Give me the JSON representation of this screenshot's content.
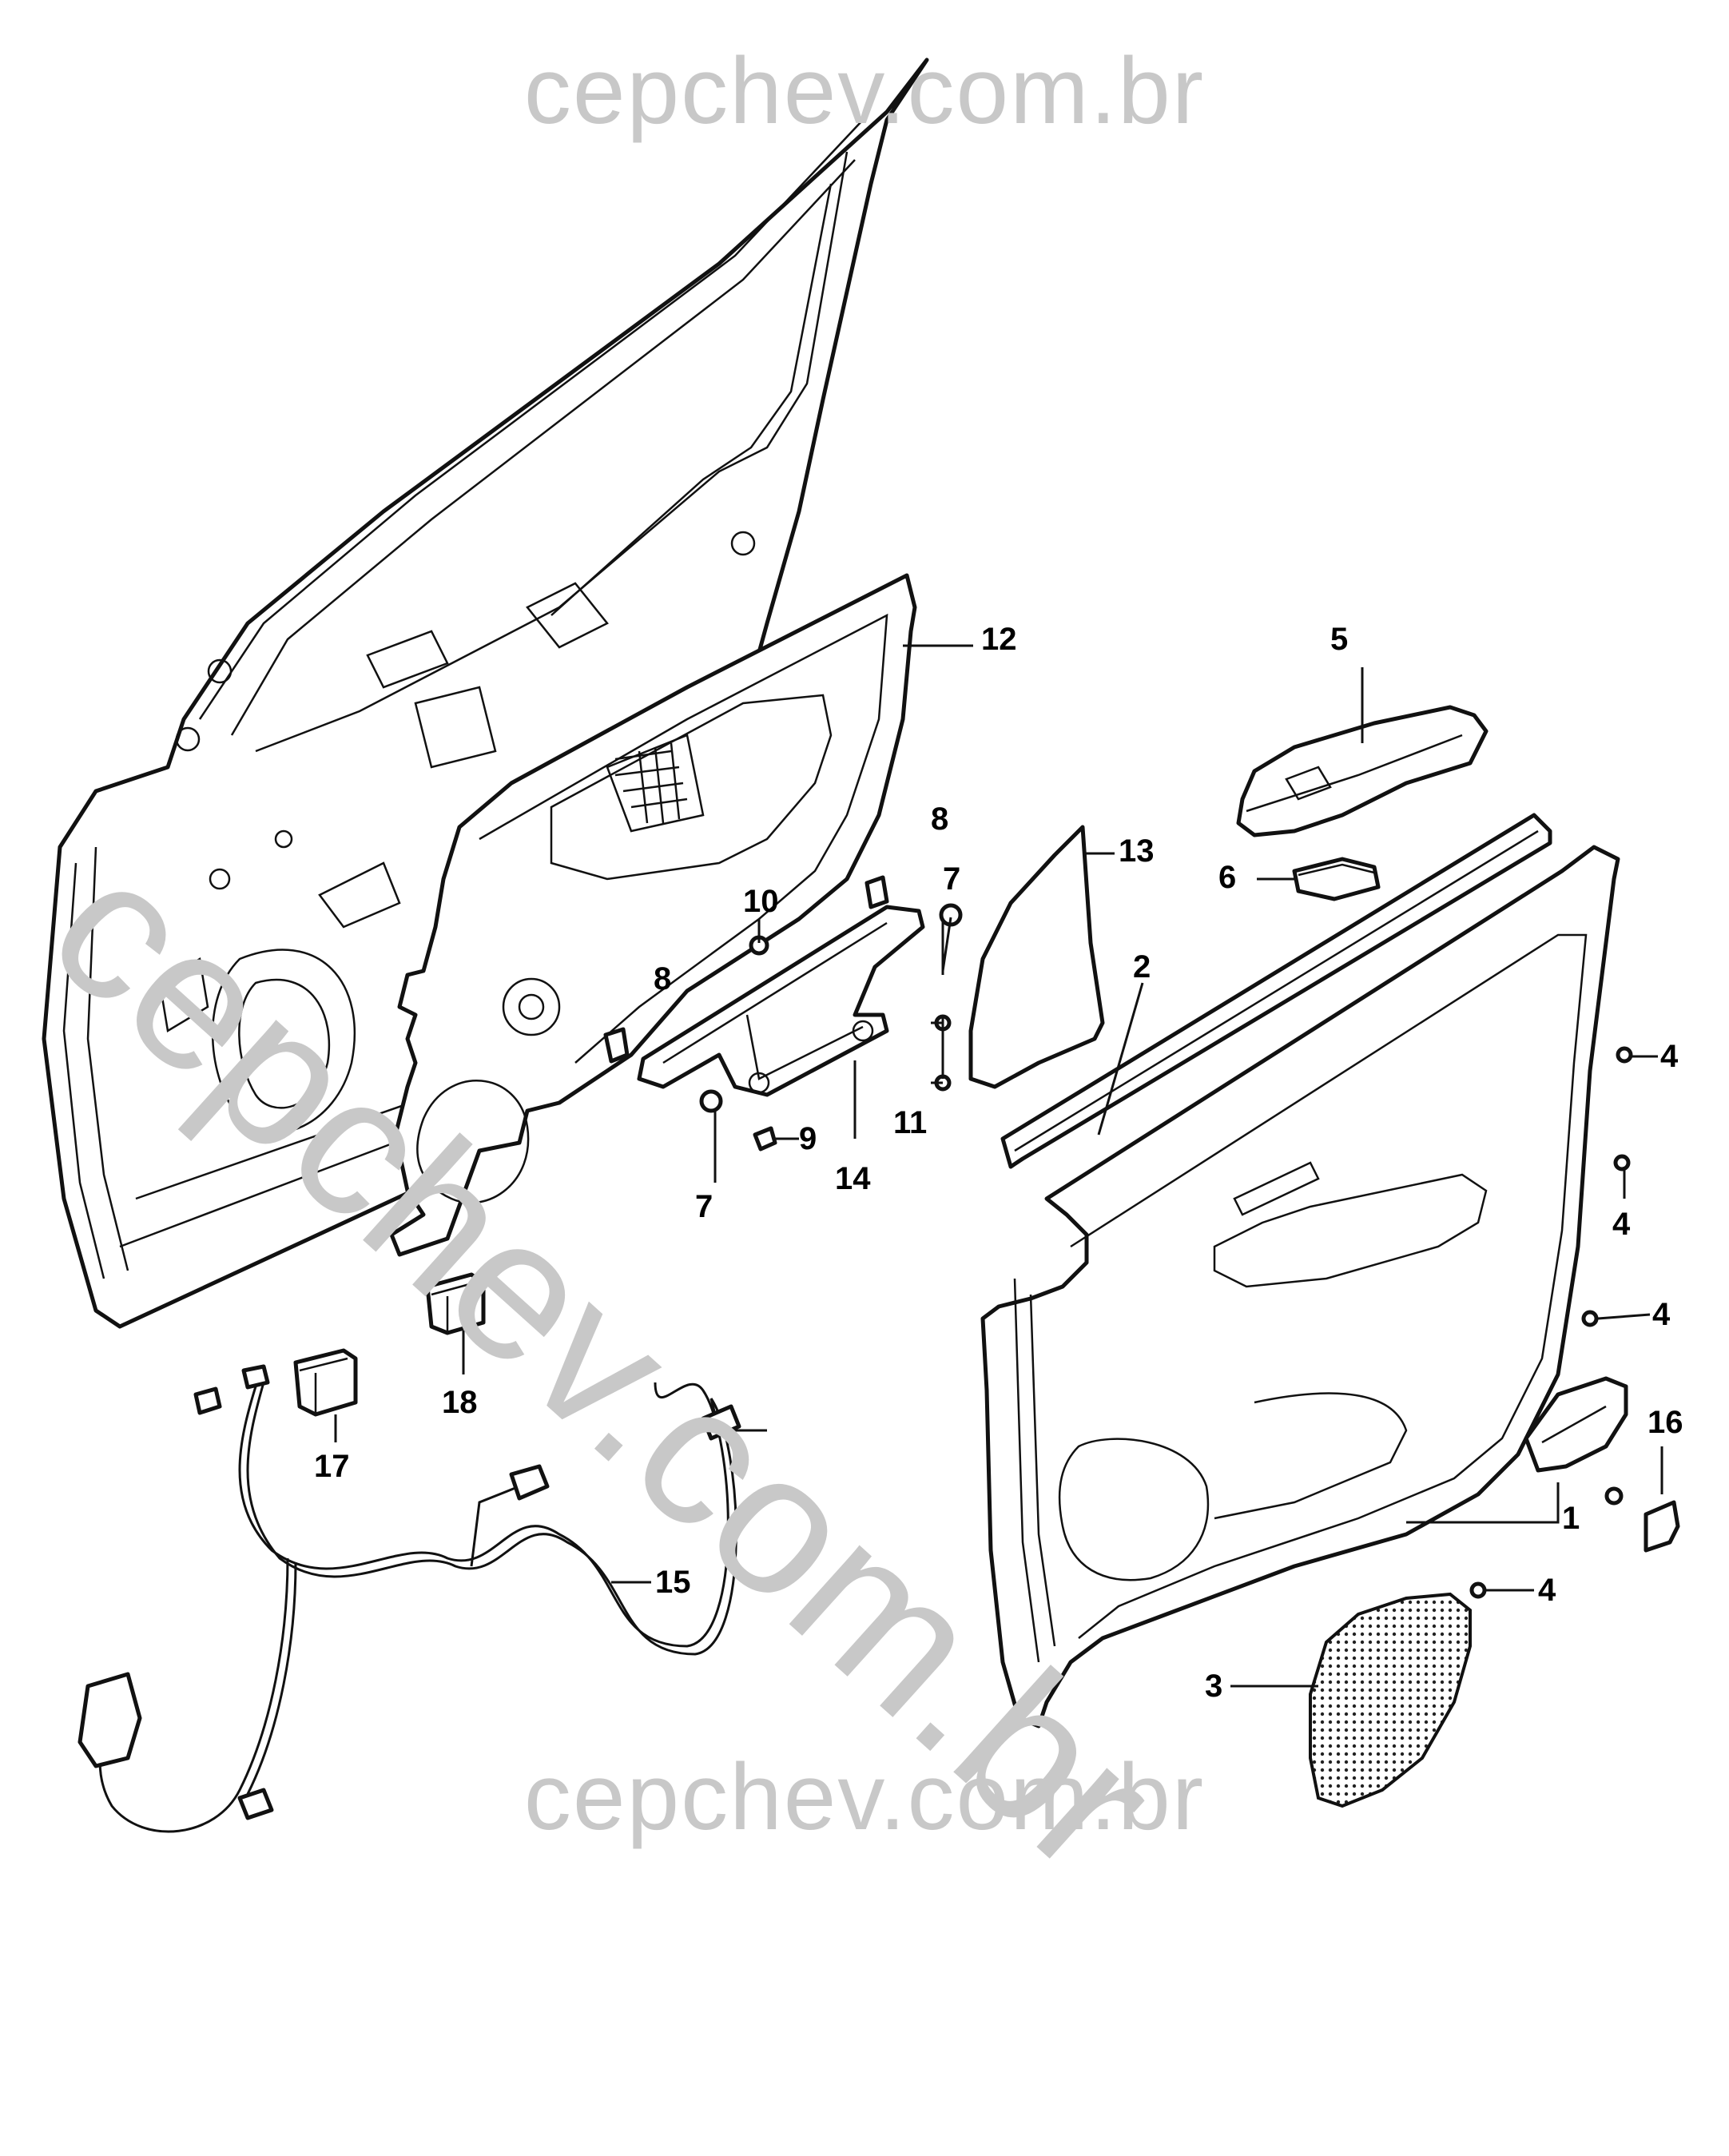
{
  "watermark": {
    "top": "cepchev.com.br",
    "diagonal": "cepchev.com.br",
    "bottom": "cepchev.com.br"
  },
  "callouts": [
    {
      "id": "1",
      "label": "1"
    },
    {
      "id": "2",
      "label": "2"
    },
    {
      "id": "3",
      "label": "3"
    },
    {
      "id": "4a",
      "label": "4"
    },
    {
      "id": "4b",
      "label": "4"
    },
    {
      "id": "4c",
      "label": "4"
    },
    {
      "id": "4d",
      "label": "4"
    },
    {
      "id": "5",
      "label": "5"
    },
    {
      "id": "6",
      "label": "6"
    },
    {
      "id": "7a",
      "label": "7"
    },
    {
      "id": "7b",
      "label": "7"
    },
    {
      "id": "8a",
      "label": "8"
    },
    {
      "id": "8b",
      "label": "8"
    },
    {
      "id": "9",
      "label": "9"
    },
    {
      "id": "10",
      "label": "10"
    },
    {
      "id": "11",
      "label": "11"
    },
    {
      "id": "12",
      "label": "12"
    },
    {
      "id": "13",
      "label": "13"
    },
    {
      "id": "14",
      "label": "14"
    },
    {
      "id": "15",
      "label": "15"
    },
    {
      "id": "16",
      "label": "16"
    },
    {
      "id": "17",
      "label": "17"
    },
    {
      "id": "18",
      "label": "18"
    }
  ]
}
